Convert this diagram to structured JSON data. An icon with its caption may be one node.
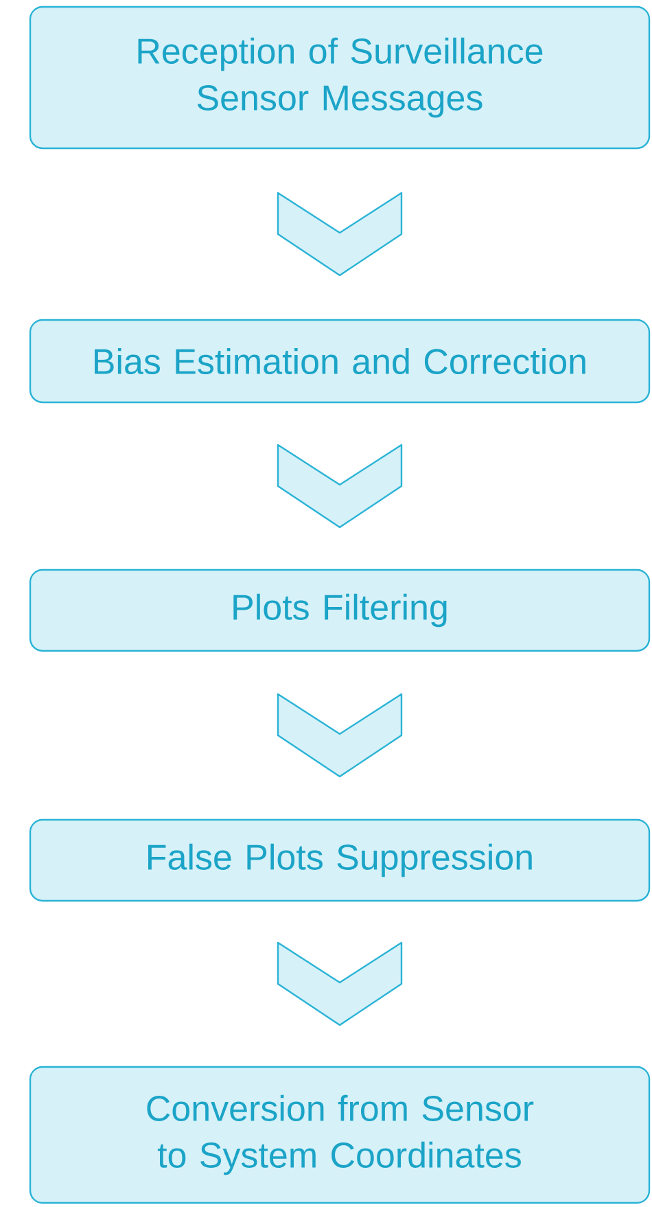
{
  "diagram": {
    "nodes": [
      {
        "text": [
          "Reception of Surveillance Sensor Messages"
        ]
      },
      {
        "text": [
          "Bias Estimation and Correction"
        ]
      },
      {
        "text": [
          "Plots Filtering"
        ]
      },
      {
        "text": [
          "False Plots Suppression"
        ]
      },
      {
        "text": [
          "Conversion from Sensor to System Coordinates"
        ]
      }
    ],
    "edges": [
      {
        "from": 0,
        "to": 1,
        "arrow": "to"
      },
      {
        "from": 1,
        "to": 2,
        "arrow": "to"
      },
      {
        "from": 2,
        "to": 3,
        "arrow": "to"
      },
      {
        "from": 3,
        "to": 4,
        "arrow": "to"
      }
    ]
  }
}
